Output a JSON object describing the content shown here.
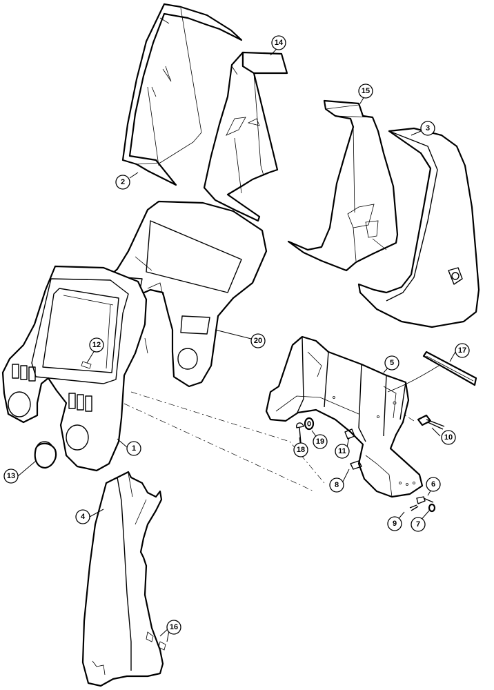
{
  "callouts": [
    "1",
    "2",
    "3",
    "4",
    "5",
    "6",
    "7",
    "8",
    "9",
    "10",
    "11",
    "12",
    "13",
    "14",
    "15",
    "16",
    "17",
    "18",
    "19",
    "20"
  ]
}
